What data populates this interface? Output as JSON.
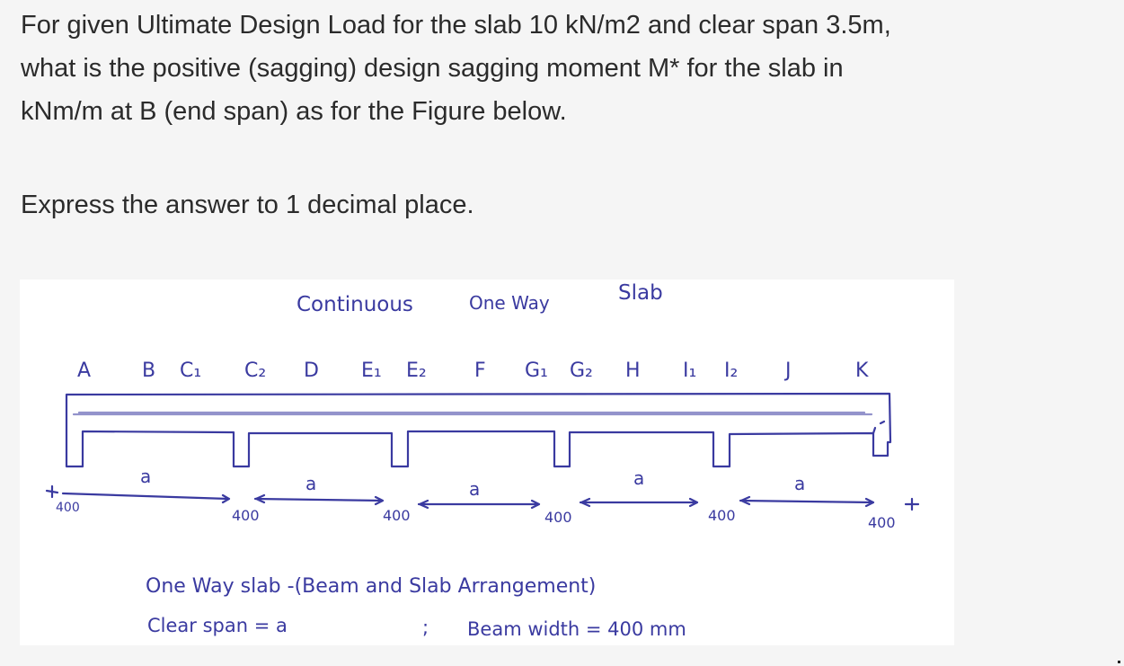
{
  "question": {
    "line1": "For given Ultimate Design Load for the slab 10 kN/m2 and clear span 3.5m,",
    "line2": "what is the positive (sagging) design sagging moment M* for the slab in",
    "line3": "kNm/m at B (end span) as for the Figure below.",
    "instruction": "Express the answer to 1 decimal place."
  },
  "figure": {
    "title_word1": "Continuous",
    "title_word2": "One Way",
    "title_word3": "Slab",
    "point_labels": [
      "A",
      "B",
      "C₁",
      "C₂",
      "D",
      "E₁",
      "E₂",
      "F",
      "G₁",
      "G₂",
      "H",
      "I₁",
      "I₂",
      "J",
      "K"
    ],
    "span_label": "a",
    "support_width_label": "400",
    "caption_line1": "One Way slab -(Beam and Slab Arrangement)",
    "caption_clear_span": "Clear span = a",
    "caption_separator": ";",
    "caption_beam_width": "Beam width = 400 mm",
    "colors": {
      "ink": "#3a3aa0",
      "text": "#2b2b2b",
      "background": "#f5f5f5"
    }
  }
}
